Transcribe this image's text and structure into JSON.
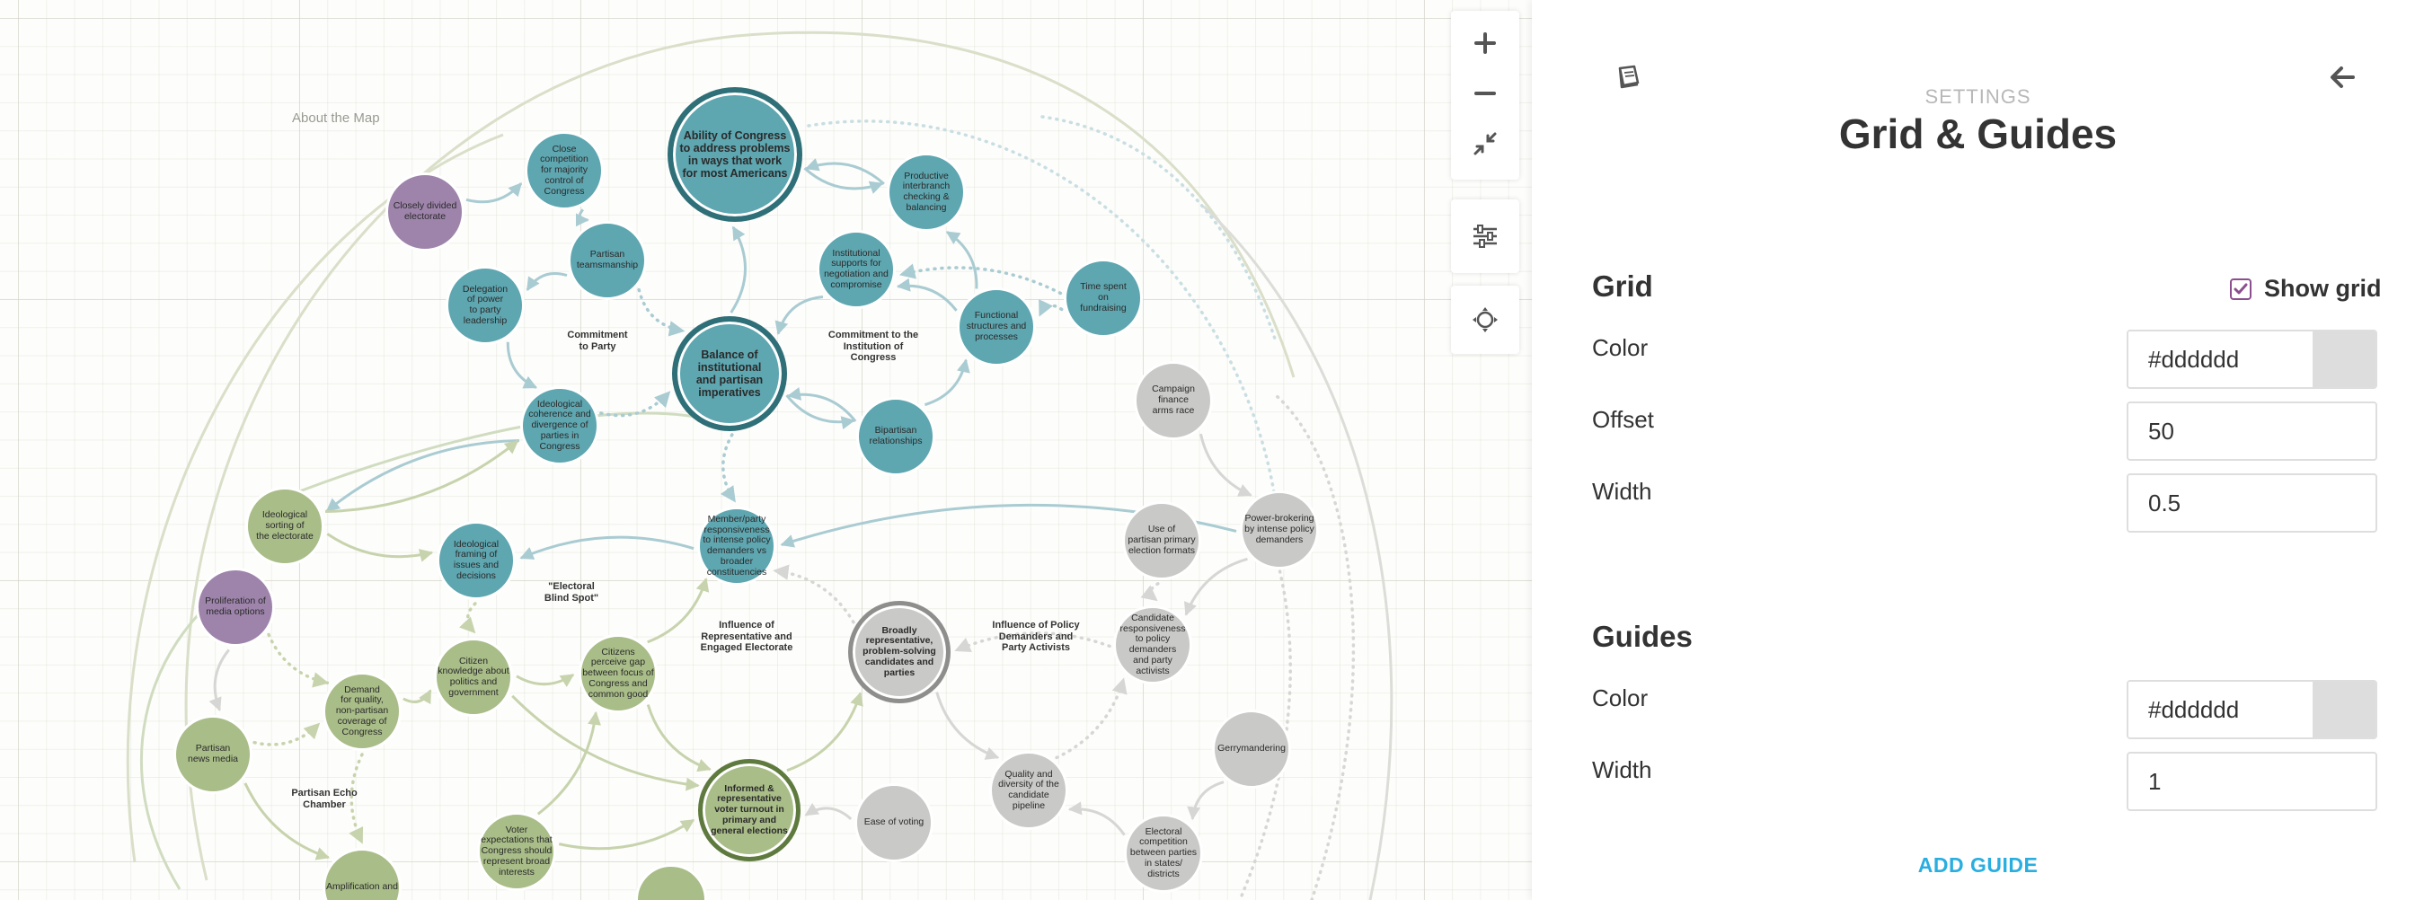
{
  "map": {
    "about_link": "About the Map",
    "labels": [
      {
        "id": "commitment-party",
        "text": "Commitment\nto Party"
      },
      {
        "id": "commitment-institution",
        "text": "Commitment to the\nInstitution of\nCongress"
      },
      {
        "id": "electoral-blind-spot",
        "text": "\"Electoral\nBlind Spot\""
      },
      {
        "id": "influence-representative",
        "text": "Influence of\nRepresentative and\nEngaged Electorate"
      },
      {
        "id": "influence-policy",
        "text": "Influence of Policy\nDemanders and\nParty Activists"
      },
      {
        "id": "partisan-echo",
        "text": "Partisan Echo\nChamber"
      }
    ],
    "nodes": [
      {
        "id": "ability",
        "text": "Ability of Congress\nto address problems\nin ways that work\nfor most Americans",
        "color": "teal"
      },
      {
        "id": "balance",
        "text": "Balance of\ninstitutional\nand partisan\nimperatives",
        "color": "teal"
      },
      {
        "id": "close-competition",
        "text": "Close\ncompetition\nfor majority\ncontrol of\nCongress",
        "color": "teal"
      },
      {
        "id": "closely-divided",
        "text": "Closely divided\nelectorate",
        "color": "purple"
      },
      {
        "id": "partisan-teamsmanship",
        "text": "Partisan\nteamsmanship",
        "color": "teal"
      },
      {
        "id": "delegation",
        "text": "Delegation\nof power\nto party\nleadership",
        "color": "teal"
      },
      {
        "id": "ideological-coherence",
        "text": "Ideological\ncoherence and\ndivergence of\nparties in\nCongress",
        "color": "teal"
      },
      {
        "id": "productive-interbranch",
        "text": "Productive\ninterbranch\nchecking &\nbalancing",
        "color": "teal"
      },
      {
        "id": "institutional-supports",
        "text": "Institutional\nsupports for\nnegotiation and\ncompromise",
        "color": "teal"
      },
      {
        "id": "functional-structures",
        "text": "Functional\nstructures and\nprocesses",
        "color": "teal"
      },
      {
        "id": "time-fundraising",
        "text": "Time spent\non\nfundraising",
        "color": "teal"
      },
      {
        "id": "bipartisan-relationships",
        "text": "Bipartisan\nrelationships",
        "color": "teal"
      },
      {
        "id": "member-responsiveness",
        "text": "Member/party\nresponsiveness\nto intense policy\ndemanders vs\nbroader\nconstituencies",
        "color": "teal"
      },
      {
        "id": "ideological-framing",
        "text": "Ideological\nframing of\nissues and\ndecisions",
        "color": "teal"
      },
      {
        "id": "campaign-finance",
        "text": "Campaign finance\narms race",
        "color": "grey"
      },
      {
        "id": "power-brokering",
        "text": "Power-brokering\nby intense policy\ndemanders",
        "color": "grey"
      },
      {
        "id": "partisan-primary",
        "text": "Use of\npartisan primary\nelection formats",
        "color": "grey"
      },
      {
        "id": "candidate-responsiveness",
        "text": "Candidate\nresponsiveness\nto policy\ndemanders\nand party\nactivists",
        "color": "grey"
      },
      {
        "id": "broadly-representative",
        "text": "Broadly\nrepresentative,\nproblem-solving\ncandidates and\nparties",
        "color": "grey"
      },
      {
        "id": "gerrymandering",
        "text": "Gerrymandering",
        "color": "grey"
      },
      {
        "id": "quality-diversity",
        "text": "Quality and\ndiversity of the\ncandidate\npipeline",
        "color": "grey"
      },
      {
        "id": "ease-voting",
        "text": "Ease of voting",
        "color": "grey"
      },
      {
        "id": "electoral-competition",
        "text": "Electoral\ncompetition\nbetween parties\nin states/\ndistricts",
        "color": "grey"
      },
      {
        "id": "ideological-sorting",
        "text": "Ideological\nsorting of\nthe electorate",
        "color": "green"
      },
      {
        "id": "proliferation-media",
        "text": "Proliferation of\nmedia options",
        "color": "purple"
      },
      {
        "id": "demand-coverage",
        "text": "Demand\nfor quality,\nnon-partisan\ncoverage of\nCongress",
        "color": "green"
      },
      {
        "id": "citizen-knowledge",
        "text": "Citizen\nknowledge about\npolitics and\ngovernment",
        "color": "green"
      },
      {
        "id": "citizens-perceive",
        "text": "Citizens\nperceive gap\nbetween focus of\nCongress and\ncommon good",
        "color": "green"
      },
      {
        "id": "partisan-news",
        "text": "Partisan\nnews media",
        "color": "green"
      },
      {
        "id": "informed-turnout",
        "text": "Informed &\nrepresentative\nvoter turnout in\nprimary and\ngeneral elections",
        "color": "green"
      },
      {
        "id": "voter-expectations",
        "text": "Voter\nexpectations that\nCongress should\nrepresent broad\ninterests",
        "color": "green"
      },
      {
        "id": "amplification",
        "text": "Amplification and\n",
        "color": "green"
      },
      {
        "id": "bottom-green",
        "text": "",
        "color": "green"
      }
    ]
  },
  "toolbar": {
    "zoom_in_icon": "plus-icon",
    "zoom_out_icon": "minus-icon",
    "fit_icon": "compress-icon",
    "settings_icon": "sliders-icon",
    "center_icon": "crosshair-icon"
  },
  "settings": {
    "overline": "SETTINGS",
    "title": "Grid & Guides",
    "grid": {
      "heading": "Grid",
      "show_grid_label": "Show grid",
      "show_grid": true,
      "color_label": "Color",
      "color_value": "#dddddd",
      "offset_label": "Offset",
      "offset_value": "50",
      "width_label": "Width",
      "width_value": "0.5"
    },
    "guides": {
      "heading": "Guides",
      "color_label": "Color",
      "color_value": "#dddddd",
      "width_label": "Width",
      "width_value": "1"
    },
    "add_guide_label": "ADD GUIDE"
  },
  "colors": {
    "teal": "#5ea6b0",
    "teal_dark": "#2f6f78",
    "green": "#a9bd88",
    "green_dark": "#5f7a3e",
    "grey": "#c9c9c7",
    "grey_dark": "#8e8e8c",
    "purple": "#9e84ab",
    "accent": "#2aaee0",
    "checkbox": "#8b4f8f"
  }
}
